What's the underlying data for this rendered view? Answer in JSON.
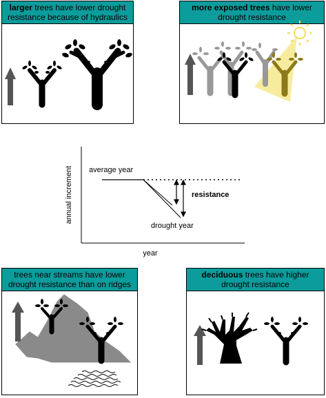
{
  "panels": [
    {
      "id": "size",
      "bold": "larger",
      "rest": " trees have lower drought resistance because of hydraulics"
    },
    {
      "id": "exposure",
      "bold": "more exposed trees",
      "rest": " have lower drought resistance"
    },
    {
      "id": "topography",
      "bold": "",
      "rest": "trees near streams have lower drought resistance than on ridges"
    },
    {
      "id": "leaf-type",
      "bold": "deciduous",
      "rest": " trees have higher drought resistance"
    }
  ],
  "center": {
    "y_label": "annual increment",
    "x_label": "year",
    "average_year": "average year",
    "drought_year": "drought year",
    "resistance": "resistance"
  },
  "colors": {
    "title_bar": "#0d9c9c",
    "sun": "#f2dc5b",
    "sun_beam": "#f7ec9e",
    "mountain": "#8a8a8a",
    "tree_dark": "#000000",
    "tree_gray": "#808080"
  }
}
